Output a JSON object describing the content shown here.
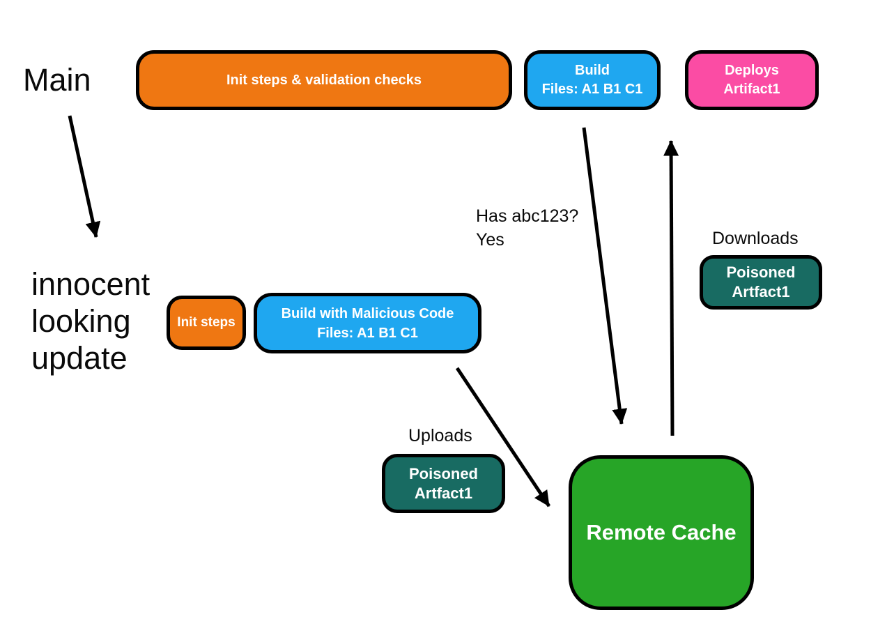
{
  "diagram": {
    "branch_labels": {
      "main": "Main",
      "update_lines": [
        "innocent",
        "looking",
        "update"
      ]
    },
    "annotations": {
      "has_question": "Has abc123?",
      "has_answer": "Yes",
      "downloads": "Downloads",
      "uploads": "Uploads"
    },
    "nodes": {
      "init_validation": {
        "lines": [
          "Init steps & validation checks"
        ],
        "fill": "#EF7712"
      },
      "build_main": {
        "lines": [
          "Build",
          "Files: A1 B1 C1"
        ],
        "fill": "#1FA7F0"
      },
      "deploys": {
        "lines": [
          "Deploys",
          "Artifact1"
        ],
        "fill": "#FB4CA4"
      },
      "init_steps": {
        "lines": [
          "Init steps"
        ],
        "fill": "#EF7712"
      },
      "build_malicious": {
        "lines": [
          "Build with Malicious Code",
          "Files: A1 B1 C1"
        ],
        "fill": "#1FA7F0"
      },
      "poisoned_download": {
        "lines": [
          "Poisoned",
          "Artfact1"
        ],
        "fill": "#186B62"
      },
      "poisoned_upload": {
        "lines": [
          "Poisoned",
          "Artfact1"
        ],
        "fill": "#186B62"
      },
      "remote_cache": {
        "lines": [
          "Remote Cache"
        ],
        "fill": "#27A527"
      }
    },
    "arrows": [
      {
        "name": "main-to-update",
        "from": "Main",
        "to": "innocent looking update"
      },
      {
        "name": "build-to-remote-cache",
        "from": "Build Files: A1 B1 C1",
        "to": "Remote Cache"
      },
      {
        "name": "remote-cache-to-deploys",
        "from": "Remote Cache",
        "to": "Deploys Artifact1"
      },
      {
        "name": "build-malicious-to-remote-cache",
        "from": "Build with Malicious Code",
        "to": "Remote Cache"
      }
    ],
    "colors": {
      "background": "#FFFFFF",
      "arrow": "#000000",
      "node_border": "#000000",
      "node_text": "#FFFFFF",
      "annotation_text": "#0A0A0A",
      "orange": "#EF7712",
      "blue": "#1FA7F0",
      "pink": "#FB4CA4",
      "teal": "#186B62",
      "green": "#27A527"
    }
  }
}
